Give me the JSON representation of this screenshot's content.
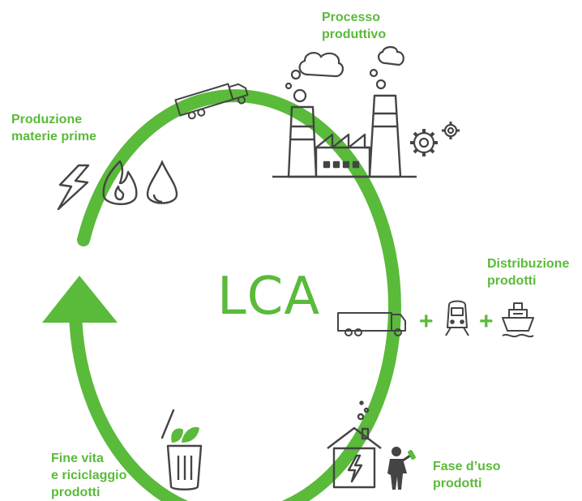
{
  "colors": {
    "accent": "#5aba3a",
    "ink": "#444444"
  },
  "center_label": "LCA",
  "stages": {
    "raw_materials": {
      "line1": "Produzione",
      "line2": "materie prime"
    },
    "production": {
      "line1": "Processo",
      "line2": "produttivo"
    },
    "distribution": {
      "line1": "Distribuzione",
      "line2": "prodotti"
    },
    "use": {
      "line1": "Fase d’uso",
      "line2": "prodotti"
    },
    "end_of_life": {
      "line1": "Fine vita",
      "line2": "e riciclaggio",
      "line3": "prodotti"
    }
  },
  "distribution_plus_1": "+",
  "distribution_plus_2": "+",
  "icons": [
    "lightning-icon",
    "flame-icon",
    "drop-icon",
    "truck-icon",
    "factory-icon",
    "cloud-icon",
    "gears-icon",
    "train-icon",
    "ship-icon",
    "house-icon",
    "person-icon",
    "recycle-bin-icon"
  ]
}
